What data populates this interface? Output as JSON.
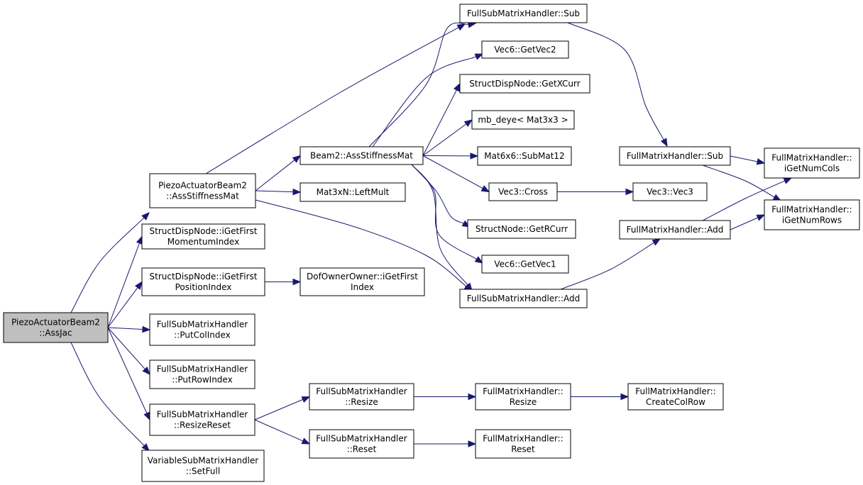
{
  "diagram": {
    "type": "call-graph",
    "colors": {
      "edge": "#191970",
      "node_fill": "#ffffff",
      "root_fill": "#bfbfbf",
      "border": "#000000"
    },
    "nodes": {
      "piezo_assjac": {
        "lines": [
          "PiezoActuatorBeam2",
          "::AssJac"
        ],
        "root": true
      },
      "piezo_assstiff": {
        "lines": [
          "PiezoActuatorBeam2",
          "::AssStiffnessMat"
        ]
      },
      "sdn_momentum": {
        "lines": [
          "StructDispNode::iGetFirst",
          "MomentumIndex"
        ]
      },
      "sdn_position": {
        "lines": [
          "StructDispNode::iGetFirst",
          "PositionIndex"
        ]
      },
      "fsmh_putcol": {
        "lines": [
          "FullSubMatrixHandler",
          "::PutColIndex"
        ]
      },
      "fsmh_putrow": {
        "lines": [
          "FullSubMatrixHandler",
          "::PutRowIndex"
        ]
      },
      "fsmh_resizereset": {
        "lines": [
          "FullSubMatrixHandler",
          "::ResizeReset"
        ]
      },
      "vsmh_setfull": {
        "lines": [
          "VariableSubMatrixHandler",
          "::SetFull"
        ]
      },
      "beam2_assstiff": {
        "lines": [
          "Beam2::AssStiffnessMat"
        ]
      },
      "mat3xn_leftmult": {
        "lines": [
          "Mat3xN::LeftMult"
        ]
      },
      "dof_firstindex": {
        "lines": [
          "DofOwnerOwner::iGetFirst",
          "Index"
        ]
      },
      "fsmh_resize": {
        "lines": [
          "FullSubMatrixHandler",
          "::Resize"
        ]
      },
      "fsmh_reset": {
        "lines": [
          "FullSubMatrixHandler",
          "::Reset"
        ]
      },
      "fsmh_sub": {
        "lines": [
          "FullSubMatrixHandler::Sub"
        ]
      },
      "vec6_getvec2": {
        "lines": [
          "Vec6::GetVec2"
        ]
      },
      "sdn_getxcurr": {
        "lines": [
          "StructDispNode::GetXCurr"
        ]
      },
      "mb_deye": {
        "lines": [
          "mb_deye< Mat3x3 >"
        ]
      },
      "mat6x6_submat12": {
        "lines": [
          "Mat6x6::SubMat12"
        ]
      },
      "vec3_cross": {
        "lines": [
          "Vec3::Cross"
        ]
      },
      "sn_getrcurr": {
        "lines": [
          "StructNode::GetRCurr"
        ]
      },
      "vec6_getvec1": {
        "lines": [
          "Vec6::GetVec1"
        ]
      },
      "fsmh_add": {
        "lines": [
          "FullSubMatrixHandler::Add"
        ]
      },
      "fmh_resize": {
        "lines": [
          "FullMatrixHandler::",
          "Resize"
        ]
      },
      "fmh_reset": {
        "lines": [
          "FullMatrixHandler::",
          "Reset"
        ]
      },
      "fmh_sub": {
        "lines": [
          "FullMatrixHandler::Sub"
        ]
      },
      "fmh_add": {
        "lines": [
          "FullMatrixHandler::Add"
        ]
      },
      "vec3_vec3": {
        "lines": [
          "Vec3::Vec3"
        ]
      },
      "fmh_createcolrow": {
        "lines": [
          "FullMatrixHandler::",
          "CreateColRow"
        ]
      },
      "fmh_getnumcols": {
        "lines": [
          "FullMatrixHandler::",
          "iGetNumCols"
        ]
      },
      "fmh_getnumrows": {
        "lines": [
          "FullMatrixHandler::",
          "iGetNumRows"
        ]
      }
    },
    "edges": [
      [
        "piezo_assjac",
        "piezo_assstiff"
      ],
      [
        "piezo_assjac",
        "sdn_momentum"
      ],
      [
        "piezo_assjac",
        "sdn_position"
      ],
      [
        "piezo_assjac",
        "fsmh_putcol"
      ],
      [
        "piezo_assjac",
        "fsmh_putrow"
      ],
      [
        "piezo_assjac",
        "fsmh_resizereset"
      ],
      [
        "piezo_assjac",
        "vsmh_setfull"
      ],
      [
        "piezo_assstiff",
        "fsmh_sub"
      ],
      [
        "piezo_assstiff",
        "beam2_assstiff"
      ],
      [
        "piezo_assstiff",
        "mat3xn_leftmult"
      ],
      [
        "piezo_assstiff",
        "fsmh_add"
      ],
      [
        "sdn_position",
        "dof_firstindex"
      ],
      [
        "fsmh_resizereset",
        "fsmh_resize"
      ],
      [
        "fsmh_resizereset",
        "fsmh_reset"
      ],
      [
        "beam2_assstiff",
        "fsmh_sub"
      ],
      [
        "beam2_assstiff",
        "vec6_getvec2"
      ],
      [
        "beam2_assstiff",
        "sdn_getxcurr"
      ],
      [
        "beam2_assstiff",
        "mb_deye"
      ],
      [
        "beam2_assstiff",
        "mat6x6_submat12"
      ],
      [
        "beam2_assstiff",
        "vec3_cross"
      ],
      [
        "beam2_assstiff",
        "sn_getrcurr"
      ],
      [
        "beam2_assstiff",
        "vec6_getvec1"
      ],
      [
        "beam2_assstiff",
        "fsmh_add"
      ],
      [
        "fsmh_resize",
        "fmh_resize"
      ],
      [
        "fsmh_reset",
        "fmh_reset"
      ],
      [
        "fsmh_sub",
        "fmh_sub"
      ],
      [
        "fsmh_add",
        "fmh_add"
      ],
      [
        "vec3_cross",
        "vec3_vec3"
      ],
      [
        "fmh_resize",
        "fmh_createcolrow"
      ],
      [
        "fmh_sub",
        "fmh_getnumcols"
      ],
      [
        "fmh_sub",
        "fmh_getnumrows"
      ],
      [
        "fmh_add",
        "fmh_getnumcols"
      ],
      [
        "fmh_add",
        "fmh_getnumrows"
      ]
    ]
  }
}
